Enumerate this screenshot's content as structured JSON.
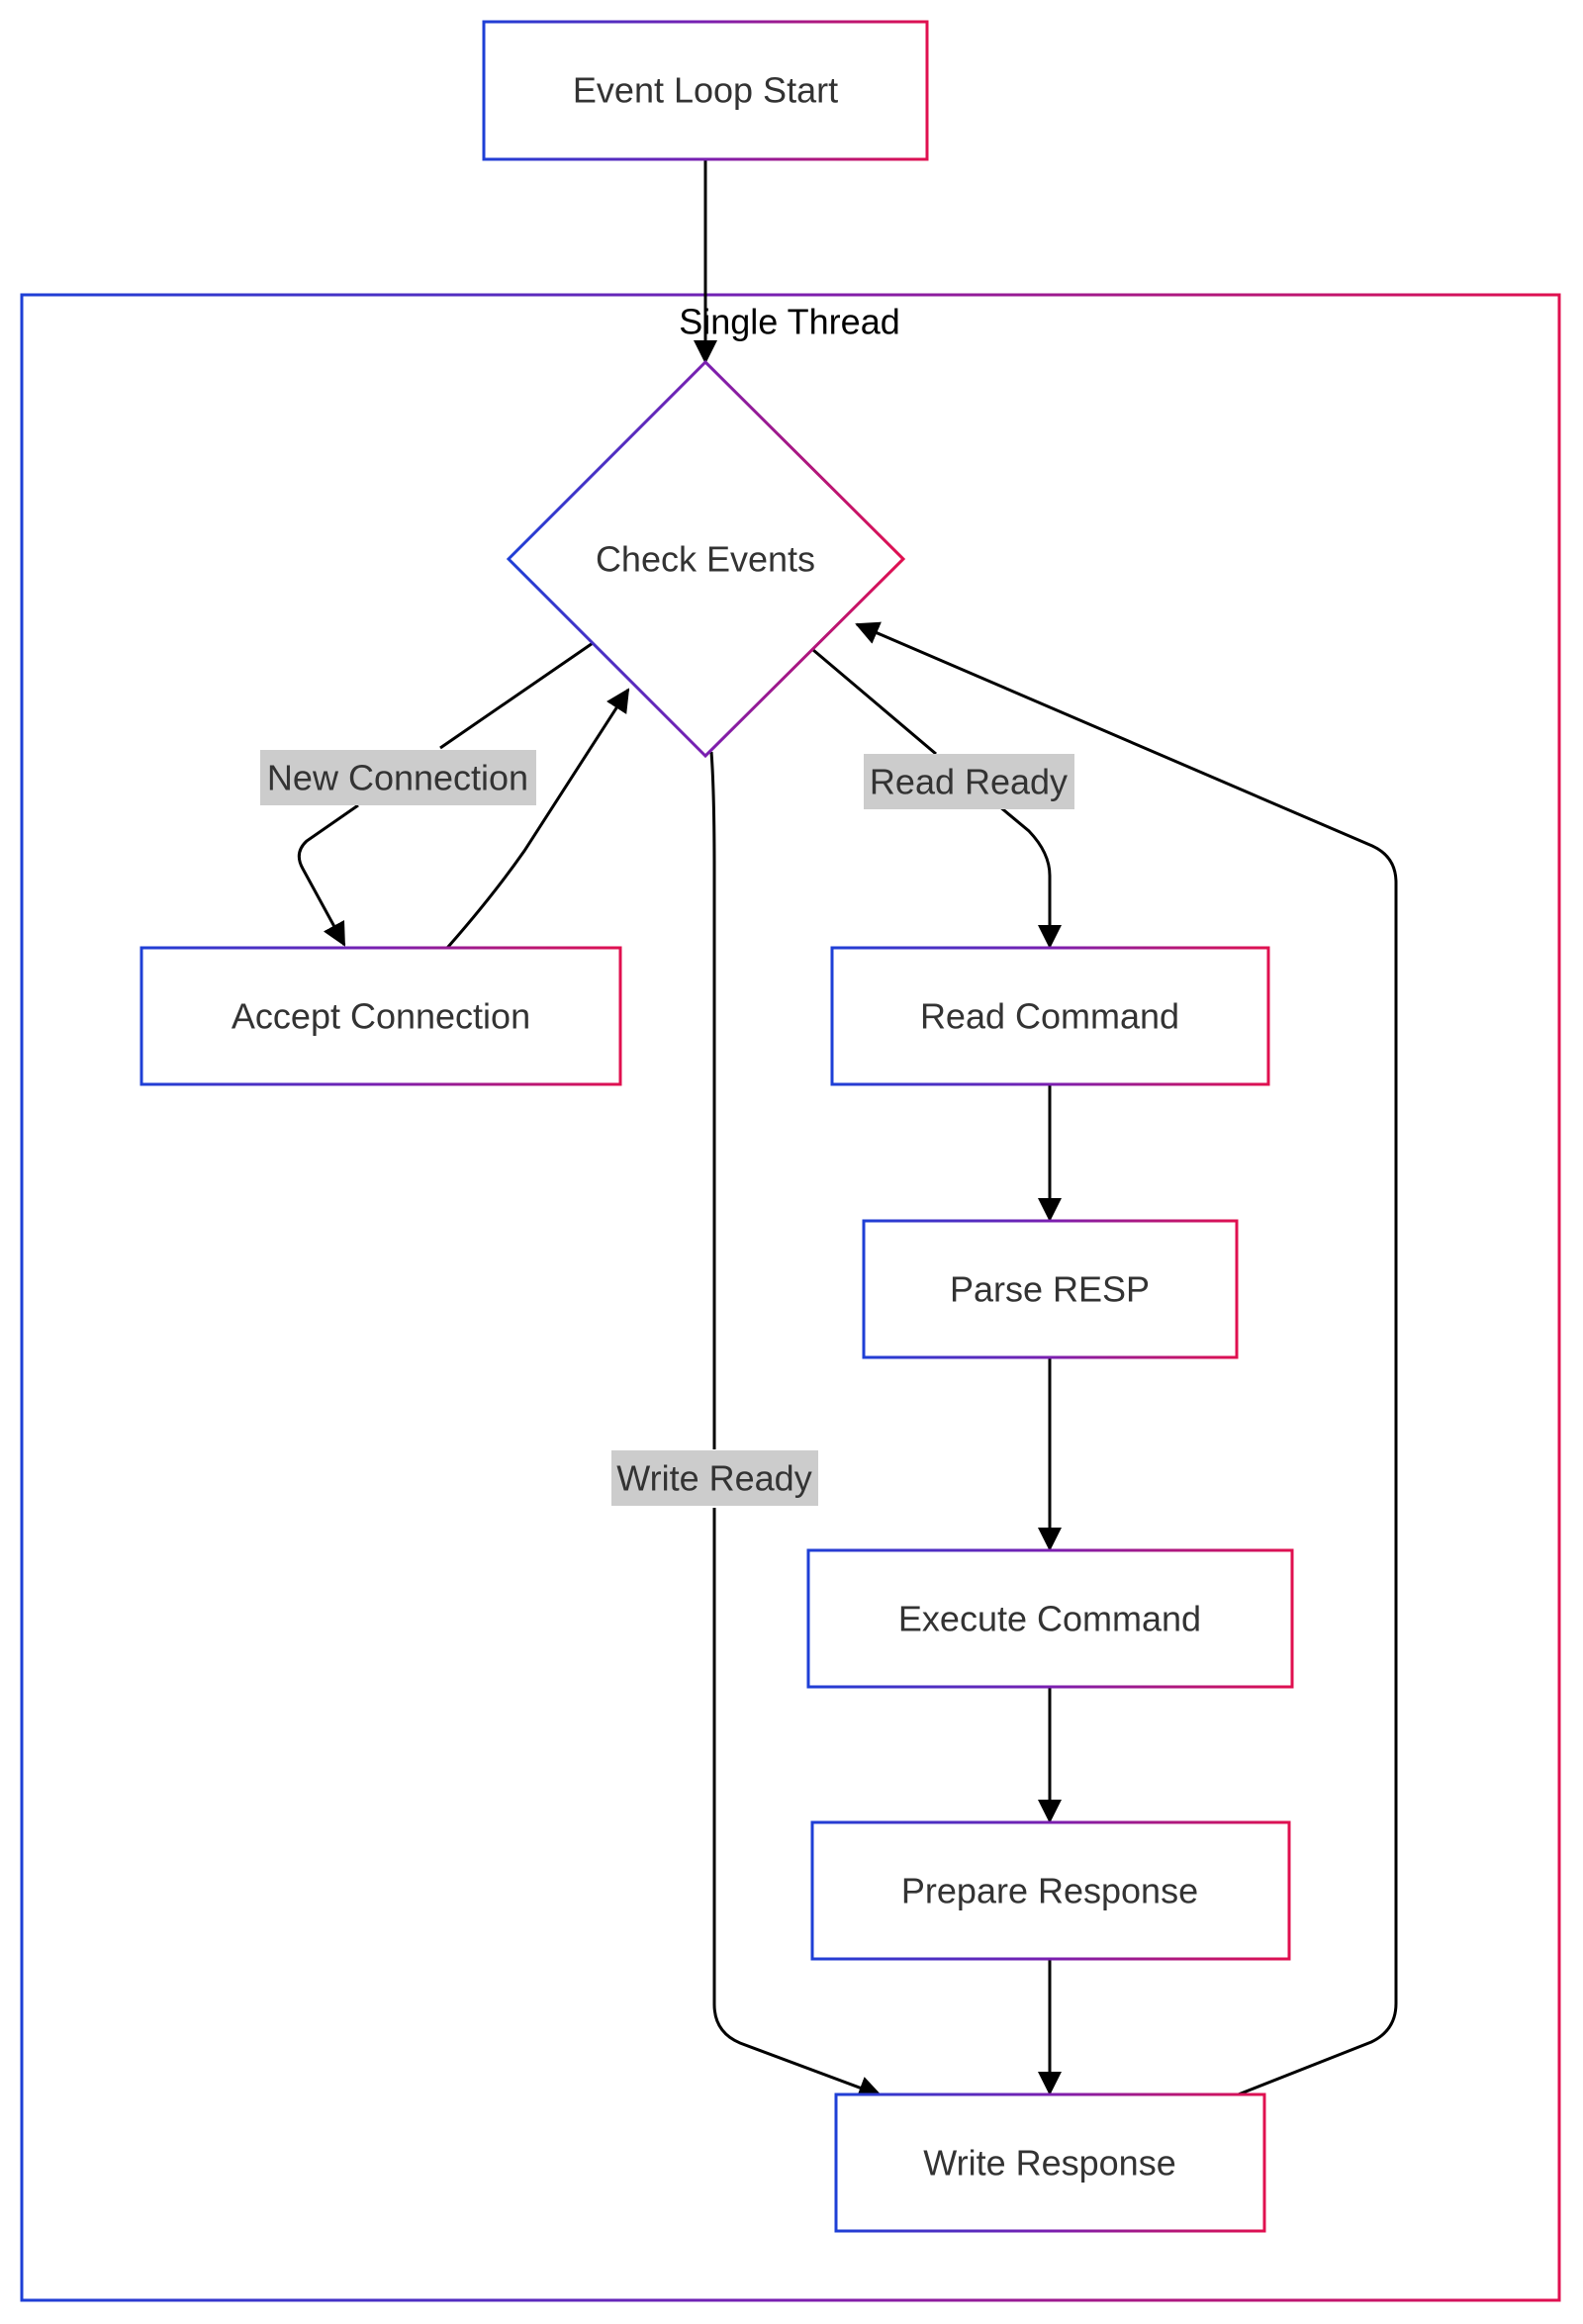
{
  "colors": {
    "gradient_start": "#1e3fd6",
    "gradient_mid": "#7a1fb0",
    "gradient_end": "#e0104f",
    "edge": "#000000",
    "edge_label_bg": "#cccccc",
    "text": "#333333"
  },
  "cluster": {
    "label": "Single Thread"
  },
  "nodes": {
    "event_loop_start": "Event Loop Start",
    "check_events": "Check Events",
    "accept_connection": "Accept Connection",
    "read_command": "Read Command",
    "parse_resp": "Parse RESP",
    "execute_command": "Execute Command",
    "prepare_response": "Prepare Response",
    "write_response": "Write Response"
  },
  "edge_labels": {
    "new_connection": "New Connection",
    "read_ready": "Read Ready",
    "write_ready": "Write Ready"
  }
}
